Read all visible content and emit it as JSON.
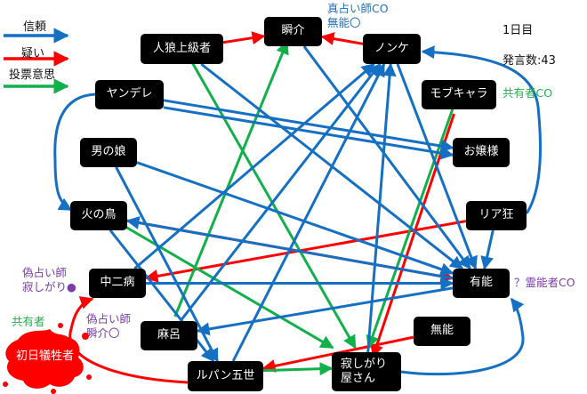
{
  "legend": [
    {
      "label": "信頼",
      "type": "trust"
    },
    {
      "label": "疑い",
      "type": "doubt"
    },
    {
      "label": "投票意思",
      "type": "vote"
    }
  ],
  "colors": {
    "trust": "#1570c4",
    "doubt": "#ff0000",
    "vote": "#12b04a",
    "seer_note": "#2a7ac8",
    "purple_note": "#7a3ea8"
  },
  "status": {
    "day": "1日目",
    "messages": "発言数:43"
  },
  "nodes": {
    "shunsuke": "瞬介",
    "jinro": "人狼上級者",
    "nonke": "ノンケ",
    "yandere": "ヤンデレ",
    "mob": "モブキャラ",
    "otokonoko": "男の娘",
    "ojousama": "お嬢様",
    "hinotori": "火の鳥",
    "riakyo": "リア狂",
    "chuni": "中二病",
    "yuno": "有能",
    "maro": "麻呂",
    "muno": "無能",
    "victim": "初日犠牲者",
    "lupin": "ルパン五世",
    "sabishi": "寂しがり\n屋さん"
  },
  "annotations": {
    "shunsuke_co": "真占い師CO\n無能〇",
    "mob_co": "共有者CO",
    "yuno_co": "？霊能者CO",
    "fake_seer_1": "偽占い師\n寂しがり●",
    "fake_seer_2": "偽占い師\n瞬介〇",
    "victim_role": "共有者"
  },
  "edges": [
    {
      "from": "jinro",
      "to": "shunsuke",
      "type": "doubt"
    },
    {
      "from": "nonke",
      "to": "shunsuke",
      "type": "doubt"
    },
    {
      "from": "hinotori",
      "to": "yuno",
      "type": "doubt"
    },
    {
      "from": "riakyo",
      "to": "chuni",
      "type": "doubt"
    },
    {
      "from": "mob",
      "to": "sabishi",
      "type": "doubt"
    },
    {
      "from": "muno",
      "to": "lupin",
      "type": "doubt"
    },
    {
      "from": "lupin",
      "to": "chuni",
      "type": "doubt",
      "curve": true
    },
    {
      "from": "mob",
      "to": "sabishi",
      "type": "vote"
    },
    {
      "from": "maro",
      "to": "shunsuke",
      "type": "vote"
    },
    {
      "from": "jinro",
      "to": "sabishi",
      "type": "vote"
    },
    {
      "from": "hinotori",
      "to": "sabishi",
      "type": "vote"
    },
    {
      "from": "lupin",
      "to": "sabishi",
      "type": "vote"
    },
    {
      "from": "yandere",
      "to": "ojousama",
      "type": "trust"
    },
    {
      "from": "yandere",
      "to": "ojousama",
      "type": "trust"
    },
    {
      "from": "yandere",
      "to": "hinotori",
      "type": "trust",
      "curve": true
    },
    {
      "from": "jinro",
      "to": "yuno",
      "type": "trust"
    },
    {
      "from": "otokonoko",
      "to": "yuno",
      "type": "trust"
    },
    {
      "from": "otokonoko",
      "to": "lupin",
      "type": "trust"
    },
    {
      "from": "hinotori",
      "to": "lupin",
      "type": "trust"
    },
    {
      "from": "shunsuke",
      "to": "yuno",
      "type": "trust"
    },
    {
      "from": "nonke",
      "to": "yuno",
      "type": "trust"
    },
    {
      "from": "chuni",
      "to": "yuno",
      "type": "trust"
    },
    {
      "from": "yuno",
      "to": "maro",
      "type": "trust"
    },
    {
      "from": "yuno",
      "to": "hinotori",
      "type": "trust"
    },
    {
      "from": "riakyo",
      "to": "yuno",
      "type": "trust"
    },
    {
      "from": "riakyo",
      "to": "nonke",
      "type": "trust",
      "curve": true
    },
    {
      "from": "sabishi",
      "to": "yuno",
      "type": "trust",
      "curve": true
    },
    {
      "from": "sabishi",
      "to": "nonke",
      "type": "trust"
    },
    {
      "from": "lupin",
      "to": "nonke",
      "type": "trust"
    },
    {
      "from": "maro",
      "to": "nonke",
      "type": "trust"
    },
    {
      "from": "chuni",
      "to": "nonke",
      "type": "trust"
    }
  ]
}
